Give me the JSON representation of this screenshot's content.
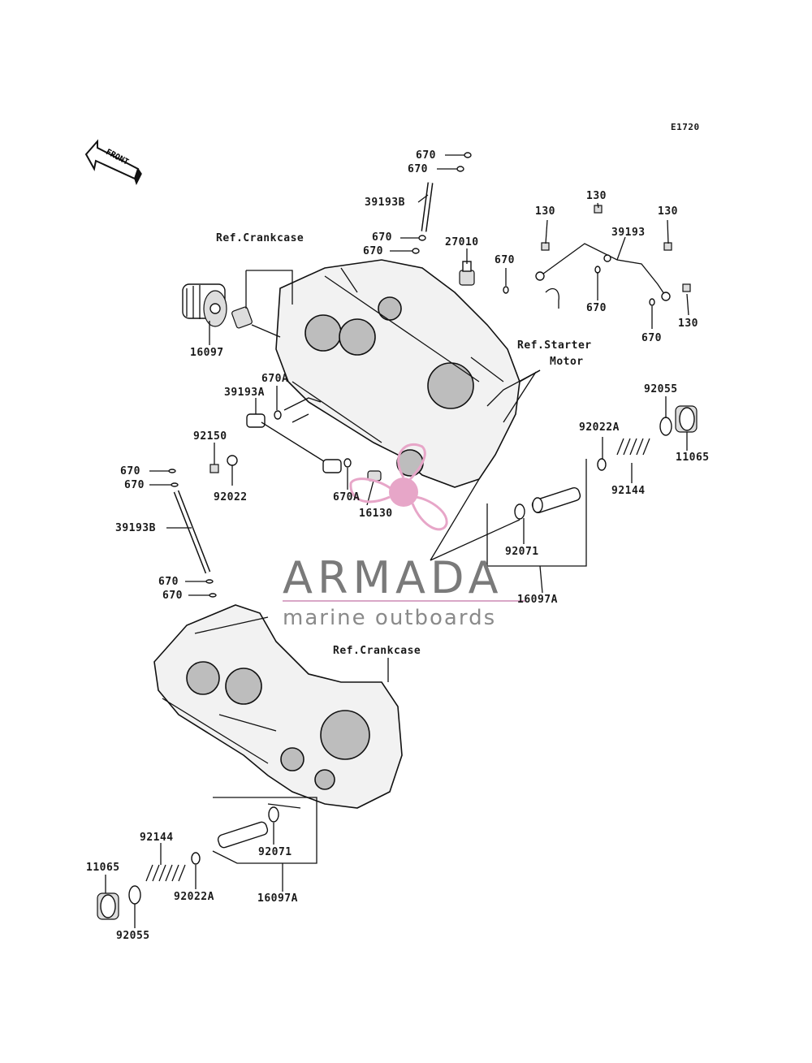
{
  "diagram_code": "E1720",
  "front_label": "FRONT",
  "watermark": {
    "title": "ARMADA",
    "subtitle": "marine outboards",
    "accent_color": "#e7a6c8"
  },
  "labels": {
    "l670_a": "670",
    "l670_b": "670",
    "l39193B_top": "39193B",
    "l670_c": "670",
    "l670_d": "670",
    "l27010": "27010",
    "l130_a": "130",
    "l130_b": "130",
    "l130_c": "130",
    "l39193": "39193",
    "l670_e": "670",
    "l670_f": "670",
    "l670_g": "670",
    "l130_d": "130",
    "ref_crankcase_top": "Ref.Crankcase",
    "l16097": "16097",
    "ref_starter": "Ref.Starter",
    "ref_starter_2": "Motor",
    "l670A_a": "670A",
    "l39193A": "39193A",
    "l92055_top": "92055",
    "l11065_top": "11065",
    "l92022A_top": "92022A",
    "l92150": "92150",
    "l92144_top": "92144",
    "l92022": "92022",
    "l670A_b": "670A",
    "l16130": "16130",
    "l670_h": "670",
    "l670_i": "670",
    "l39193B_bot": "39193B",
    "l92071_top": "92071",
    "l16097A_top": "16097A",
    "l670_j": "670",
    "l670_k": "670",
    "ref_crankcase_bot": "Ref.Crankcase",
    "l92144_bot": "92144",
    "l92071_bot": "92071",
    "l11065_bot": "11065",
    "l92022A_bot": "92022A",
    "l16097A_bot": "16097A",
    "l92055_bot": "92055"
  }
}
